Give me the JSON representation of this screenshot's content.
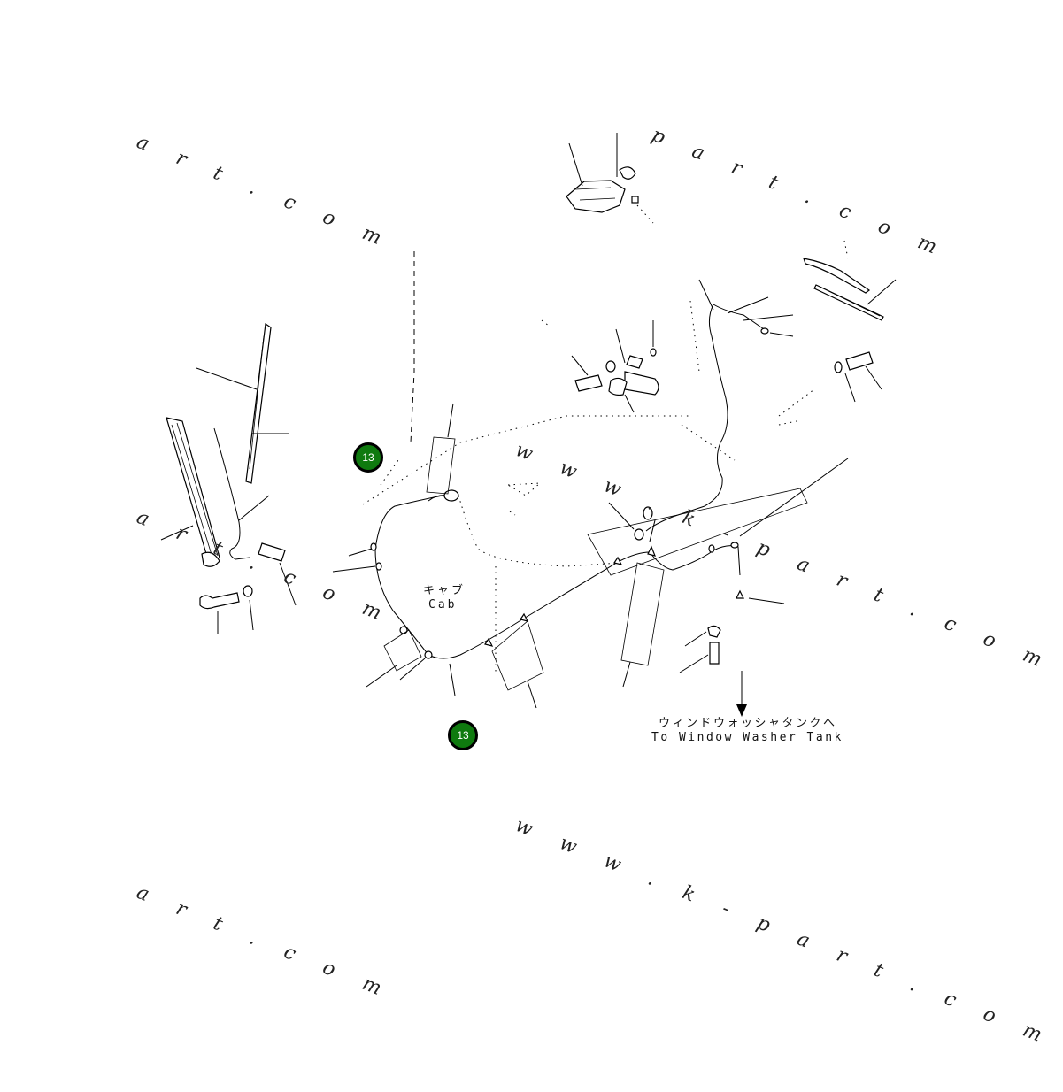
{
  "watermarks": {
    "w1": "a r t . c o m",
    "w2": "p a r t . c o m",
    "w3": "a r t . c o m",
    "w4": "w w w . k - p a r t . c o m",
    "w5": "w w w . k - p a r t . c o m",
    "w6": "a r t . c o m"
  },
  "labels": {
    "cab_jp": "キャブ",
    "cab_en": "Cab",
    "tank_jp": "ウィンドウォッシャタンクへ",
    "tank_en": "To Window Washer Tank"
  },
  "markers": {
    "upper": "13",
    "lower": "13"
  },
  "colors": {
    "marker_fill": "#0f7a0f",
    "marker_border": "#000000",
    "line": "#000000"
  }
}
